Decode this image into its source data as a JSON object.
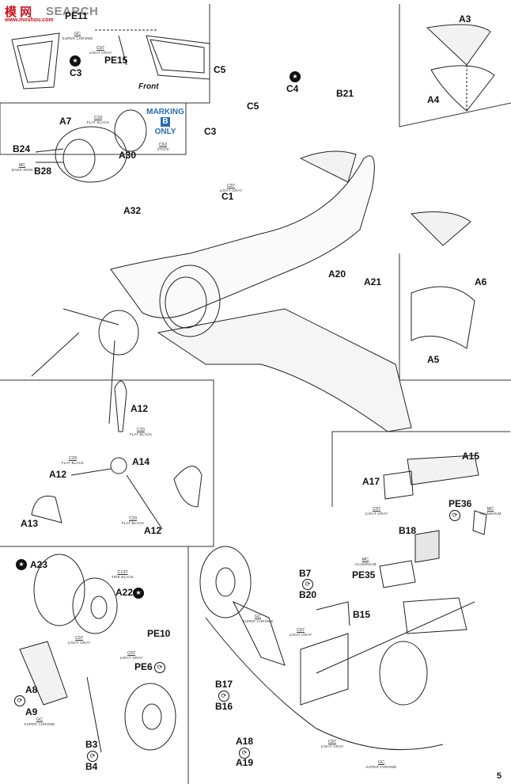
{
  "watermark": {
    "site": "模 网",
    "tail": "SEARCH",
    "url": "www.moshou.com"
  },
  "page_number": "5",
  "front_label": "Front",
  "marking": {
    "title": "MARKING",
    "letter": "B",
    "note": "ONLY"
  },
  "parts": {
    "pe11": "PE11",
    "pe15": "PE15",
    "c3_top": "C3",
    "c5_top": "C5",
    "a3": "A3",
    "a4": "A4",
    "a7": "A7",
    "a30": "A30",
    "b24": "B24",
    "b28": "B28",
    "c4": "C4",
    "b21": "B21",
    "c5": "C5",
    "c3": "C3",
    "c1": "C1",
    "a32": "A32",
    "a20": "A20",
    "a21": "A21",
    "a6": "A6",
    "a5": "A5",
    "a12_top": "A12",
    "a14": "A14",
    "a12_left": "A12",
    "a13": "A13",
    "a12_bot": "A12",
    "a15": "A15",
    "a17": "A17",
    "pe36": "PE36",
    "b18": "B18",
    "pe35": "PE35",
    "a23": "A23",
    "a22": "A22",
    "pe10": "PE10",
    "pe6": "PE6",
    "a8": "A8",
    "a9": "A9",
    "b3": "B3",
    "b4": "B4",
    "b7": "B7",
    "b20": "B20",
    "b15": "B15",
    "b17": "B17",
    "b16": "B16",
    "a18": "A18",
    "a19": "A19"
  },
  "paints": [
    {
      "code": "GC",
      "name": "SUPER CHROME"
    },
    {
      "code": "C97",
      "name": "LIGHT GRAY"
    },
    {
      "code": "C33",
      "name": "FLAT BLACK"
    },
    {
      "code": "C62",
      "name": "STATS"
    },
    {
      "code": "MC",
      "name": "DARK IRON"
    },
    {
      "code": "C97",
      "name": "LIGHT GRAY"
    },
    {
      "code": "C33",
      "name": "FLAT BLACK"
    },
    {
      "code": "C33",
      "name": "FLAT BLACK"
    },
    {
      "code": "C33",
      "name": "FLAT BLACK"
    },
    {
      "code": "C97",
      "name": "LIGHT GRAY"
    },
    {
      "code": "MC",
      "name": "ALUMINIUM"
    },
    {
      "code": "MC",
      "name": "ALUMINIUM"
    },
    {
      "code": "C137",
      "name": "TIRE BLACK"
    },
    {
      "code": "C97",
      "name": "LIGHT GRAY"
    },
    {
      "code": "GC",
      "name": "SUPER CHROME"
    },
    {
      "code": "C97",
      "name": "LIGHT GRAY"
    },
    {
      "code": "GC",
      "name": "SUPER CHROME"
    },
    {
      "code": "C97",
      "name": "LIGHT GRAY"
    },
    {
      "code": "C97",
      "name": "LIGHT GRAY"
    },
    {
      "code": "GC",
      "name": "SUPER CHROME"
    }
  ],
  "markers": {
    "star": "★",
    "arrow": "⟳"
  }
}
